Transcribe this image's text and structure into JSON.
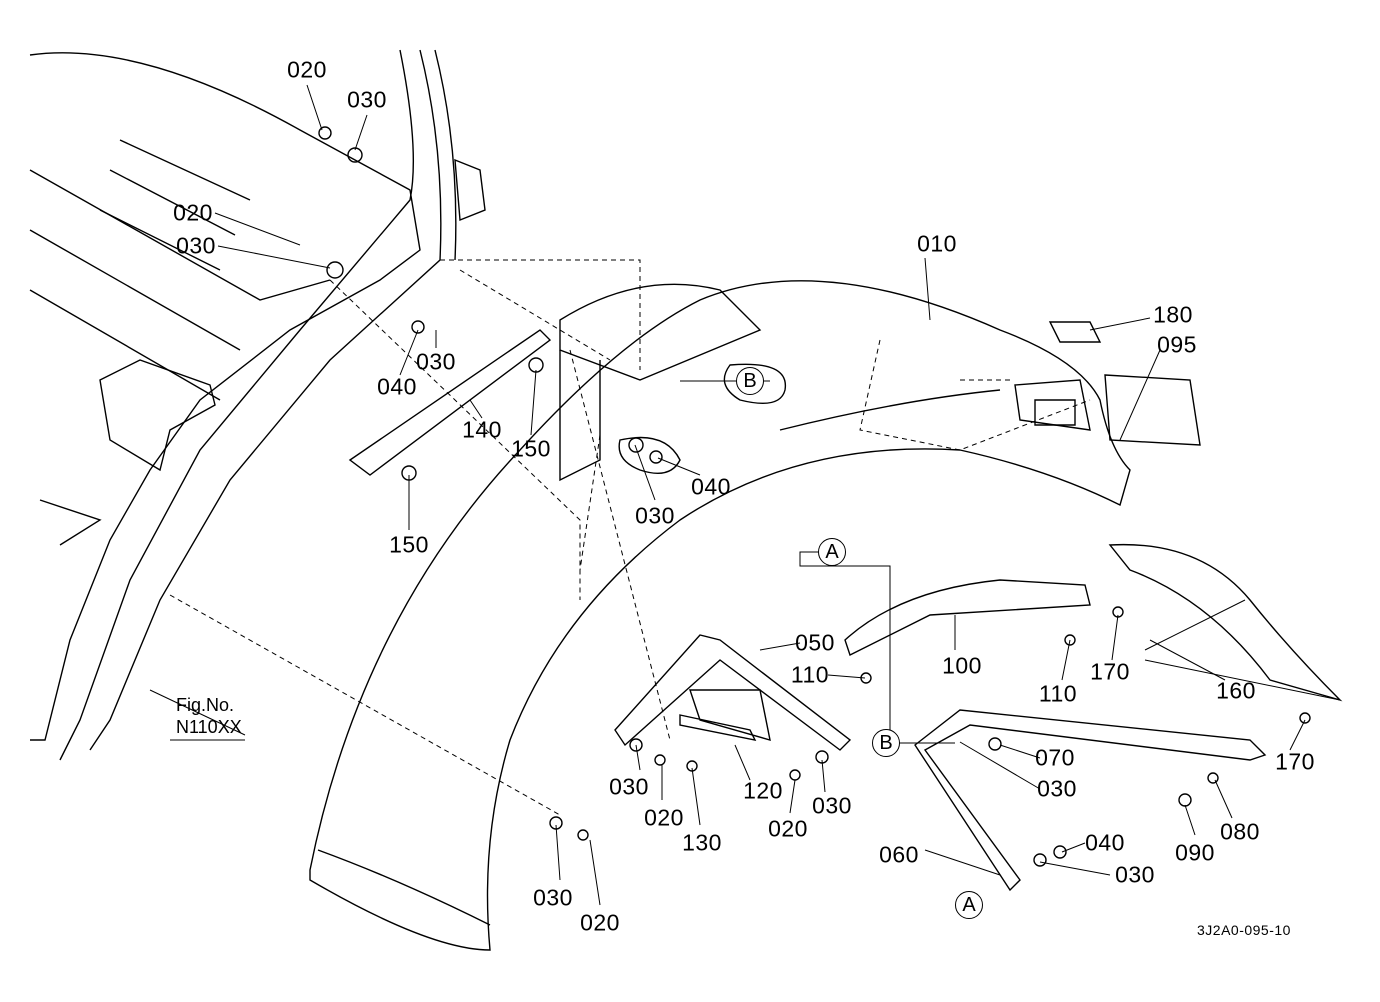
{
  "figure": {
    "fig_label": "Fig.No.",
    "fig_number": "N110XX",
    "drawing_code": "3J2A0-095-10"
  },
  "callouts": [
    "020",
    "030",
    "020",
    "030",
    "040",
    "030",
    "140",
    "150",
    "150",
    "030",
    "040",
    "010",
    "180",
    "095",
    "050",
    "110",
    "100",
    "110",
    "170",
    "160",
    "170",
    "070",
    "030",
    "060",
    "040",
    "030",
    "090",
    "080",
    "030",
    "020",
    "130",
    "120",
    "020",
    "030",
    "030",
    "020"
  ],
  "reference_marks": [
    "A",
    "B",
    "B",
    "A"
  ]
}
